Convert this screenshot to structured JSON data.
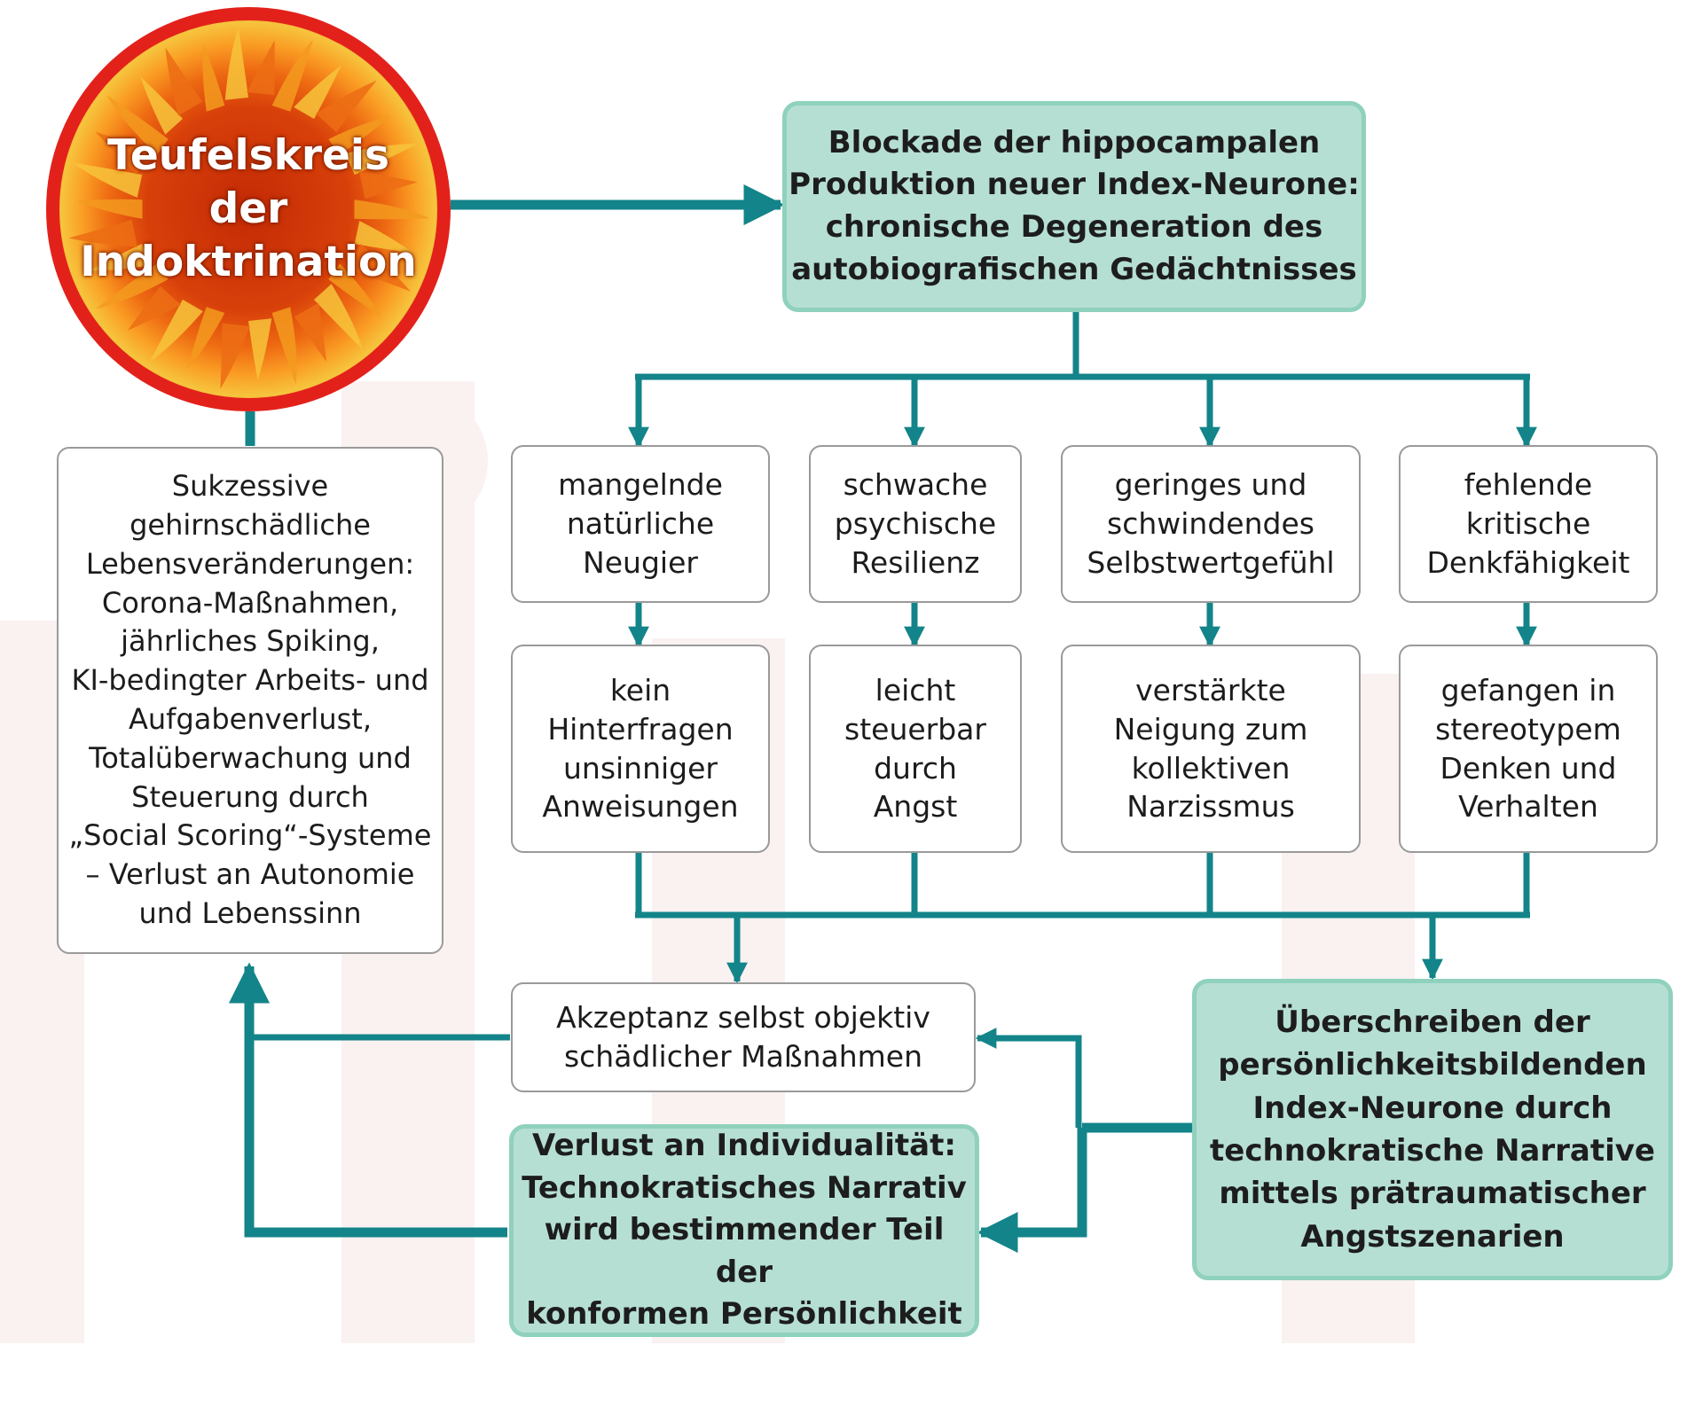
{
  "title": "Teufelskreis\nder\nIndoktrination",
  "top_box": "Blockade der hippocampalen\nProduktion neuer Index-Neurone:\nchronische Degeneration des\nautobiografischen Gedächtnisses",
  "left_box": "Sukzessive\ngehirnschädliche\nLebensveränderungen:\nCorona-Maßnahmen,\njährliches Spiking,\nKI-bedingter Arbeits- und\nAufgabenverlust,\nTotalüberwachung und\nSteuerung durch\n„Social Scoring“-Systeme\n– Verlust an Autonomie\nund Lebenssinn",
  "traits": [
    "mangelnde\nnatürliche\nNeugier",
    "schwache\npsychische\nResilienz",
    "geringes und\nschwindendes\nSelbstwertgefühl",
    "fehlende\nkritische\nDenkfähigkeit"
  ],
  "consequences": [
    "kein\nHinterfragen\nunsinniger\nAnweisungen",
    "leicht\nsteuerbar\ndurch\nAngst",
    "verstärkte\nNeigung zum\nkollektiven\nNarzissmus",
    "gefangen in\nstereotypem\nDenken und\nVerhalten"
  ],
  "acceptance_box": "Akzeptanz selbst objektiv\nschädlicher Maßnahmen",
  "overwrite_box": "Überschreiben der\npersönlichkeitsbildenden\nIndex-Neurone durch\ntechnokratische Narrative\nmittels prätraumatischer\nAngstszenarien",
  "loss_box": "Verlust an Individualität:\nTechnokratisches Narrativ\nwird bestimmender Teil der\nkonformen Persönlichkeit",
  "colors": {
    "teal_arrow": "#138489",
    "box_fill": "#b6dfd4",
    "box_border": "#8fd1bd",
    "circle_ring": "#e3211b",
    "flame_orange": "#f39a1e"
  }
}
